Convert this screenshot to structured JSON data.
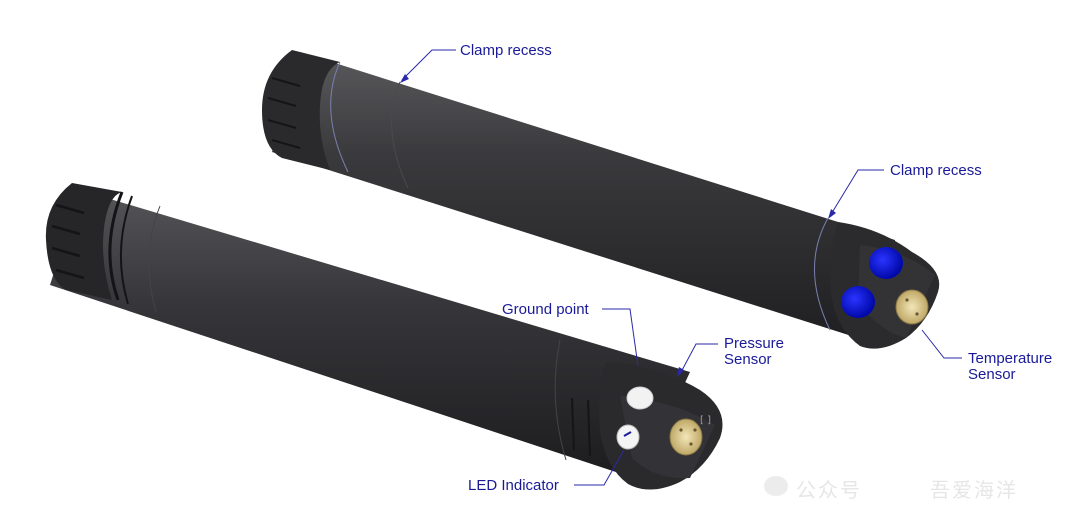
{
  "labels": {
    "clamp_recess_top": "Clamp recess",
    "clamp_recess_right": "Clamp recess",
    "ground_point": "Ground point",
    "pressure_sensor_line1": "Pressure",
    "pressure_sensor_line2": "Sensor",
    "temperature_sensor_line1": "Temperature",
    "temperature_sensor_line2": "Sensor",
    "led_indicator": "LED Indicator"
  },
  "watermark": {
    "left": "公众号",
    "right": "吾爱海洋"
  },
  "colors": {
    "body": "#2e2e30",
    "label": "#1a1a99",
    "blue_port": "#0a10c8",
    "brass": "#d8c48a"
  }
}
